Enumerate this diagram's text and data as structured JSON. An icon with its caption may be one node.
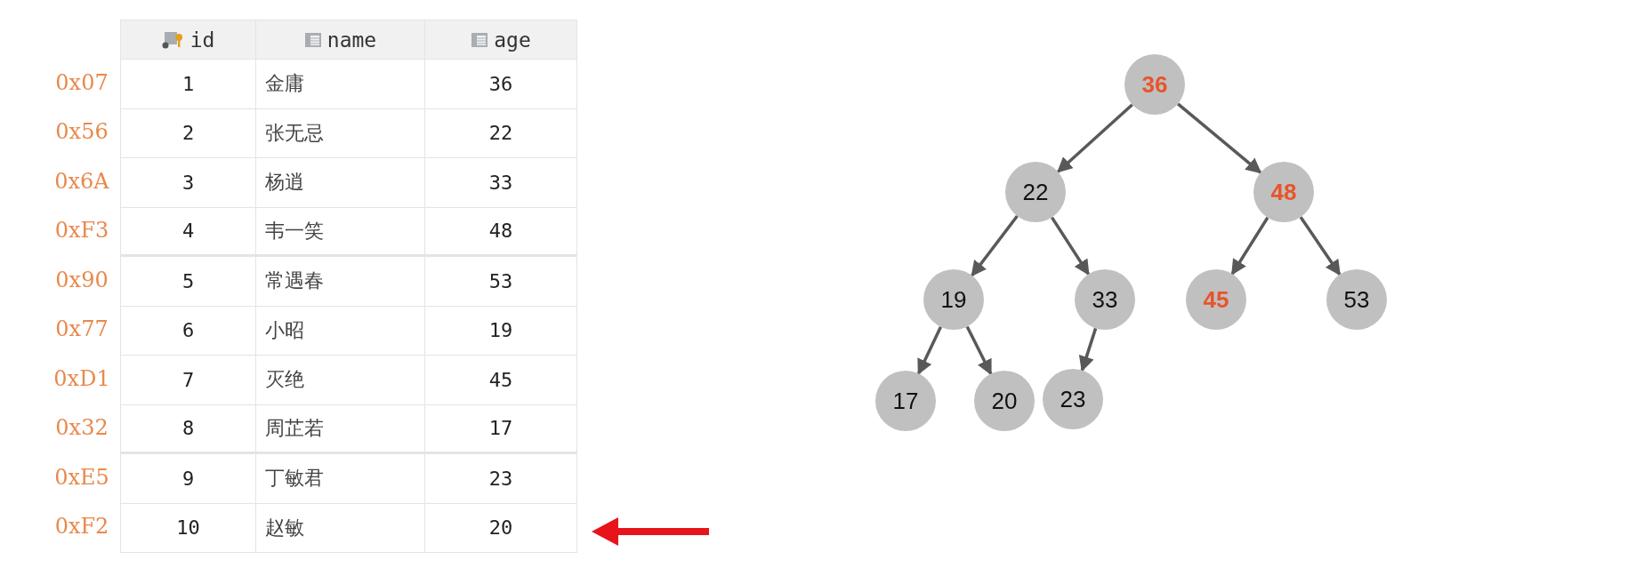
{
  "diagram": {
    "nodes": [
      {
        "text": [
          "36"
        ]
      },
      {
        "text": [
          "22"
        ]
      },
      {
        "text": [
          "48"
        ]
      },
      {
        "text": [
          "19"
        ]
      },
      {
        "text": [
          "33"
        ]
      },
      {
        "text": [
          "45"
        ]
      },
      {
        "text": [
          "53"
        ]
      },
      {
        "text": [
          "17"
        ]
      },
      {
        "text": [
          "20"
        ]
      },
      {
        "text": [
          "23"
        ]
      }
    ],
    "edges": [
      {
        "from": 0,
        "to": 1,
        "arrow": "to"
      },
      {
        "from": 0,
        "to": 2,
        "arrow": "to"
      },
      {
        "from": 1,
        "to": 3,
        "arrow": "to"
      },
      {
        "from": 1,
        "to": 4,
        "arrow": "to"
      },
      {
        "from": 2,
        "to": 5,
        "arrow": "to"
      },
      {
        "from": 2,
        "to": 6,
        "arrow": "to"
      },
      {
        "from": 3,
        "to": 7,
        "arrow": "to"
      },
      {
        "from": 3,
        "to": 8,
        "arrow": "to"
      },
      {
        "from": 4,
        "to": 9,
        "arrow": "to"
      }
    ],
    "labels": [
      "id",
      "name",
      "age",
      "0x07",
      "1",
      "金庸",
      "36",
      "0x56",
      "2",
      "张无忌",
      "22",
      "0x6A",
      "3",
      "杨逍",
      "33",
      "0xF3",
      "4",
      "韦一笑",
      "48",
      "0x90",
      "5",
      "常遇春",
      "53",
      "0x77",
      "6",
      "小昭",
      "19",
      "0xD1",
      "7",
      "灭绝",
      "45",
      "0x32",
      "8",
      "周芷若",
      "17",
      "0xE5",
      "9",
      "丁敏君",
      "23",
      "0xF2",
      "10",
      "赵敏",
      "20"
    ]
  }
}
